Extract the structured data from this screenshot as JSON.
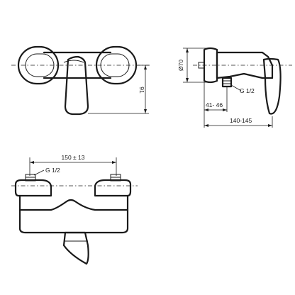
{
  "dimensions": {
    "diameter_label": "Ø70",
    "height_label": "91",
    "thread_side_label": "G 1/2",
    "offset_label": "41- 46",
    "depth_label": "140-145",
    "spacing_label": "150 ± 13",
    "thread_front_label": "G 1/2"
  }
}
